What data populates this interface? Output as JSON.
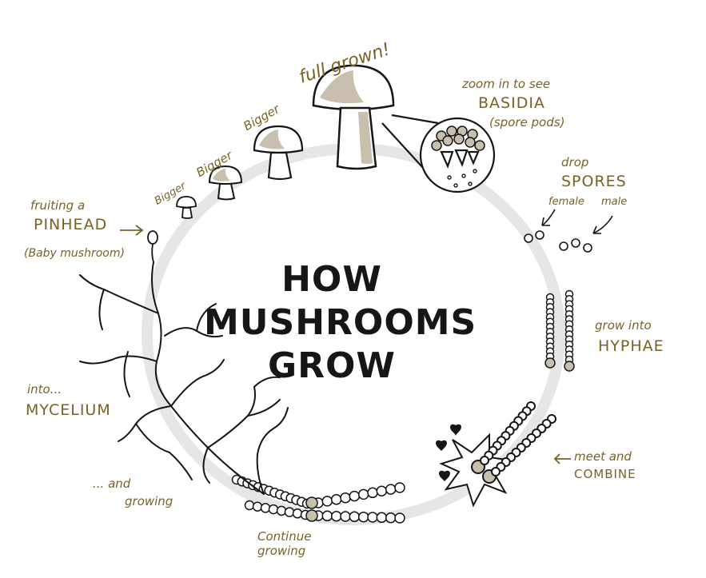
{
  "title": {
    "line1": "HOW",
    "line2": "MUSHROOMS",
    "line3": "GROW"
  },
  "stages": {
    "full_grown": "full grown!",
    "bigger_1": "Bigger",
    "bigger_2": "Bigger",
    "bigger_3": "Bigger",
    "zoom_line": "zoom in to see",
    "basidia": "BASIDIA",
    "spore_pods": "(spore pods)",
    "drop": "drop",
    "spores": "SPORES",
    "female": "female",
    "male": "male",
    "grow_into": "grow into",
    "hyphae": "HYPHAE",
    "meet_and": "meet and",
    "combine": "COMBINE",
    "continue": "Continue",
    "growing_bottom": "growing",
    "and_growing_1": "... and",
    "and_growing_2": "growing",
    "into": "into...",
    "mycelium": "MYCELIUM",
    "fruiting": "fruiting a",
    "pinhead": "PINHEAD",
    "baby_mushroom": "(Baby mushroom)"
  },
  "colors": {
    "ink": "#161616",
    "label": "#7a6226",
    "cap_shade": "#c8bfae",
    "cycle_ring": "#e6e6e6"
  }
}
